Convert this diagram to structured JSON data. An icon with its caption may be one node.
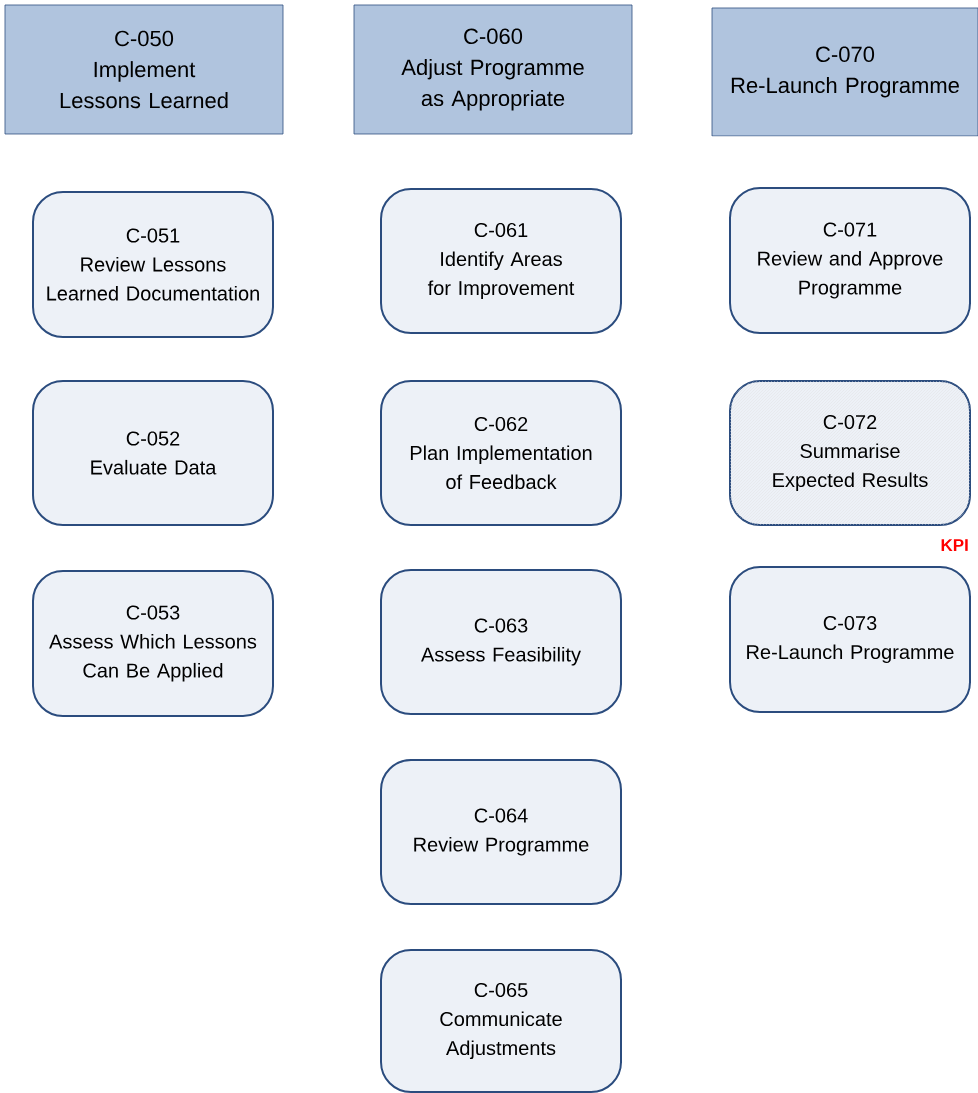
{
  "diagram": {
    "nodes": [
      {
        "text": [
          "C-050",
          "Implement Lessons Learned"
        ]
      },
      {
        "text": [
          "C-060",
          "Adjust Programme as Appropriate"
        ]
      },
      {
        "text": [
          "C-070",
          "Re-Launch Programme"
        ]
      },
      {
        "text": [
          "C-051",
          "Review Lessons Learned Documentation"
        ]
      },
      {
        "text": [
          "C-052",
          "Evaluate Data"
        ]
      },
      {
        "text": [
          "C-053",
          "Assess Which Lessons Can Be Applied"
        ]
      },
      {
        "text": [
          "C-061",
          "Identify Areas for Improvement"
        ]
      },
      {
        "text": [
          "C-062",
          "Plan Implementation of Feedback"
        ]
      },
      {
        "text": [
          "C-063",
          "Assess Feasibility"
        ]
      },
      {
        "text": [
          "C-064",
          "Review Programme"
        ]
      },
      {
        "text": [
          "C-065",
          "Communicate Adjustments"
        ]
      },
      {
        "text": [
          "C-071",
          "Review and Approve Programme"
        ]
      },
      {
        "text": [
          "C-072",
          "Summarise Expected Results"
        ],
        "beside": [
          "KPI"
        ]
      },
      {
        "text": [
          "C-073",
          "Re-Launch Programme"
        ]
      }
    ]
  }
}
